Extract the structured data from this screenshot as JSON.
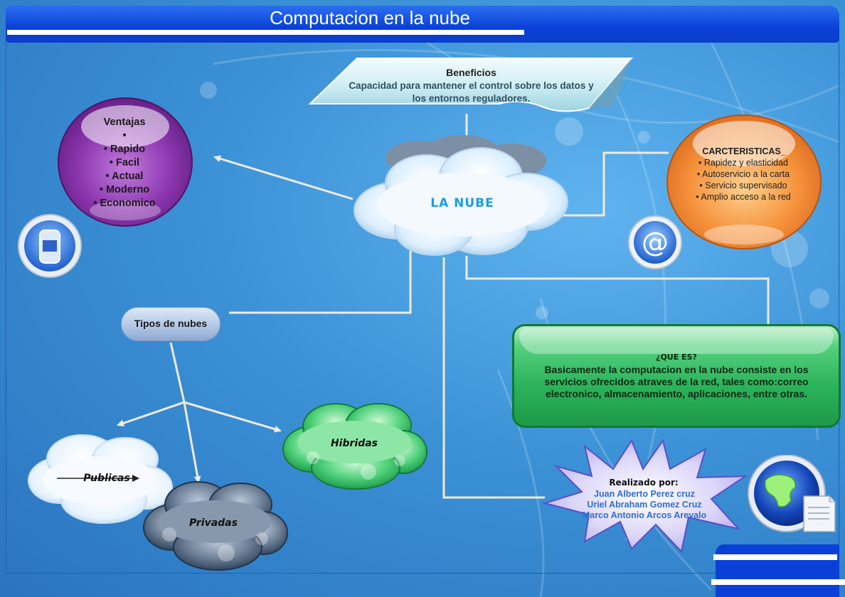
{
  "title": "Computacion en la nube",
  "center": {
    "label": "LA NUBE"
  },
  "beneficios": {
    "title": "Beneficios",
    "text": "Capacidad para mantener el control sobre los datos y los entornos reguladores."
  },
  "ventajas": {
    "title": "Ventajas",
    "items": [
      "",
      "Rapido",
      "Facil",
      "Actual",
      "Moderno",
      "Economico"
    ]
  },
  "caracteristicas": {
    "title": "CARCTERISTICAS_",
    "items": [
      "Rapidez y elasticidad",
      "Autoservicio a la carta",
      "Servicio supervisado",
      "Amplio acceso a la red"
    ]
  },
  "tipos": {
    "label": "Tipos de nubes",
    "publicas": "Publicas",
    "privadas": "Privadas",
    "hibridas": "Hibridas"
  },
  "que_es": {
    "title": "¿QUE ES?",
    "text": "Basicamente la computacion en la nube consiste en los servicios ofrecidos atraves de la red, tales como:correo electronico, almacenamiento, aplicaciones, entre otras."
  },
  "autores": {
    "title": "Realizado por:",
    "names": [
      "Juan Alberto Perez cruz",
      "Uriel Abraham Gomez Cruz",
      "Marco Antonio Arcos Arevalo"
    ]
  },
  "icons": [
    "phone-icon",
    "at-sign-icon",
    "globe-document-icon"
  ],
  "colors": {
    "title_bar": "#0a40d8",
    "ventajas": "#7b2b9c",
    "caracteristicas": "#f08a2a",
    "que_es": "#2bb35a",
    "background": "#3c92d6"
  }
}
